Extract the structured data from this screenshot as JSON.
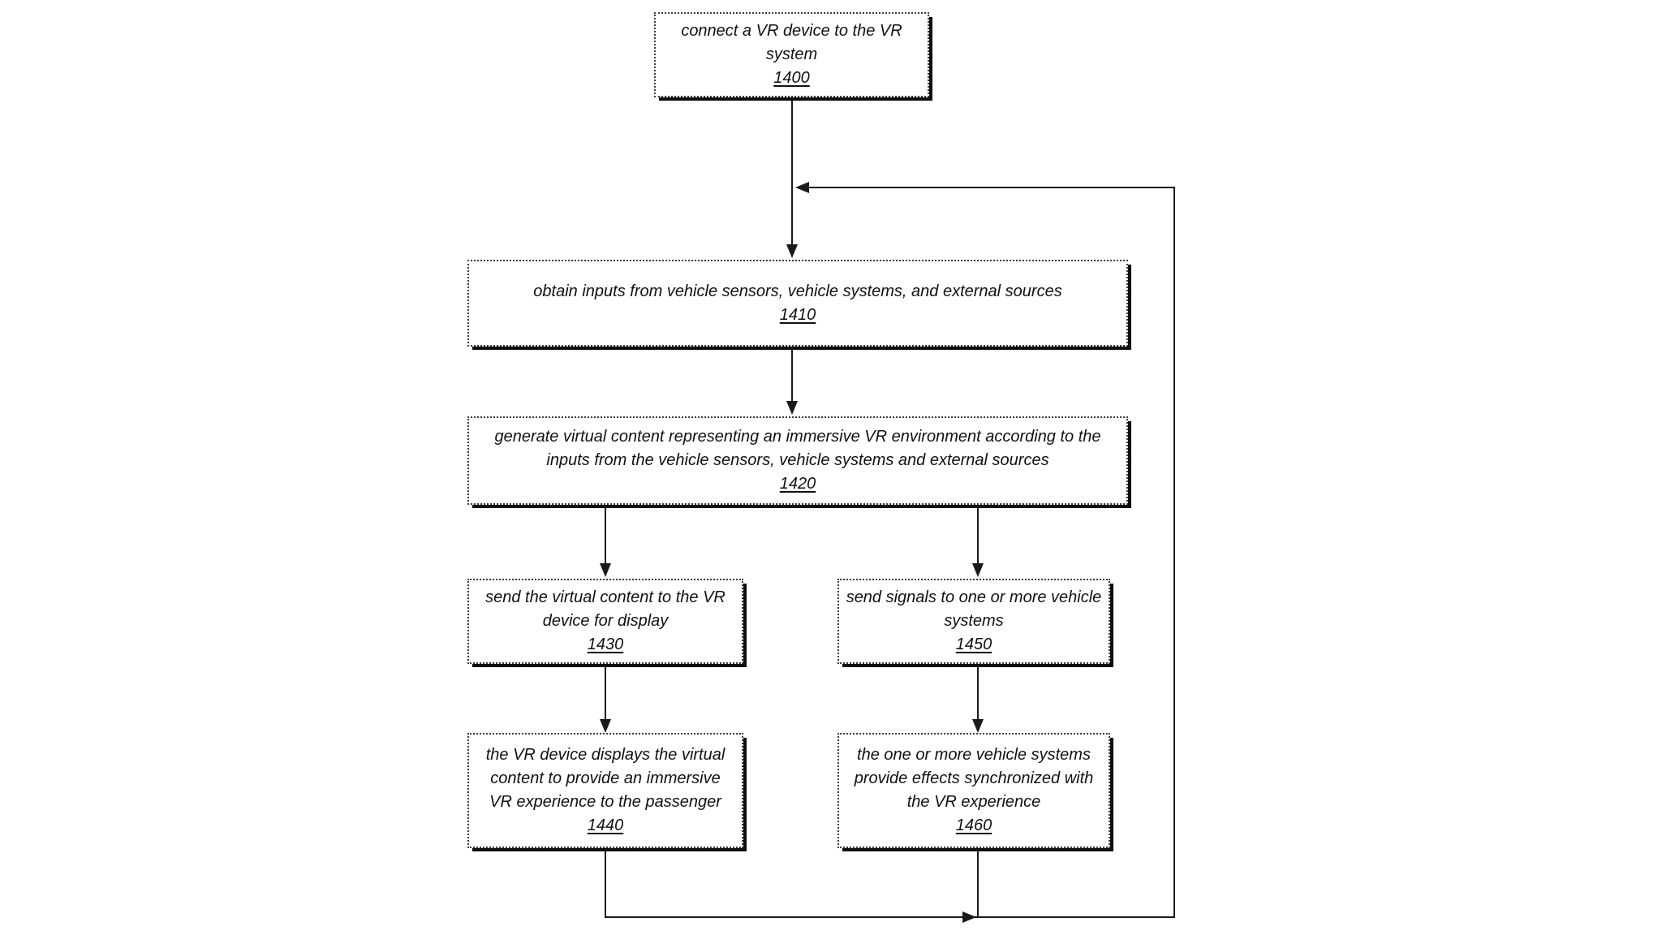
{
  "diagram": {
    "type": "flowchart",
    "background_color": "#ffffff",
    "line_color": "#1a1a1a",
    "box_fill": "#ffffff",
    "nodes": {
      "n1400": {
        "text": "connect a VR device to the VR system",
        "ref": "1400"
      },
      "n1410": {
        "text": "obtain inputs from vehicle sensors, vehicle systems, and external sources",
        "ref": "1410"
      },
      "n1420": {
        "text": "generate virtual content representing an immersive VR environment according to the inputs from the vehicle sensors, vehicle systems and external sources",
        "ref": "1420"
      },
      "n1430": {
        "text": "send the virtual content to the VR device for display",
        "ref": "1430"
      },
      "n1450": {
        "text": "send signals to one or more vehicle systems",
        "ref": "1450"
      },
      "n1440": {
        "text": "the VR device displays the virtual content to provide an immersive VR experience to the passenger",
        "ref": "1440"
      },
      "n1460": {
        "text": "the one or more vehicle systems provide effects synchronized with the VR experience",
        "ref": "1460"
      }
    },
    "edges": [
      {
        "from": "1400",
        "to": "1410",
        "type": "arrow"
      },
      {
        "from": "1410",
        "to": "1420",
        "type": "arrow"
      },
      {
        "from": "1420",
        "to": "1430",
        "type": "arrow"
      },
      {
        "from": "1420",
        "to": "1450",
        "type": "arrow"
      },
      {
        "from": "1430",
        "to": "1440",
        "type": "arrow"
      },
      {
        "from": "1450",
        "to": "1460",
        "type": "arrow"
      },
      {
        "from": "1440",
        "to": "1410",
        "type": "feedback-loop"
      },
      {
        "from": "1460",
        "to": "1410",
        "type": "feedback-loop"
      }
    ]
  }
}
